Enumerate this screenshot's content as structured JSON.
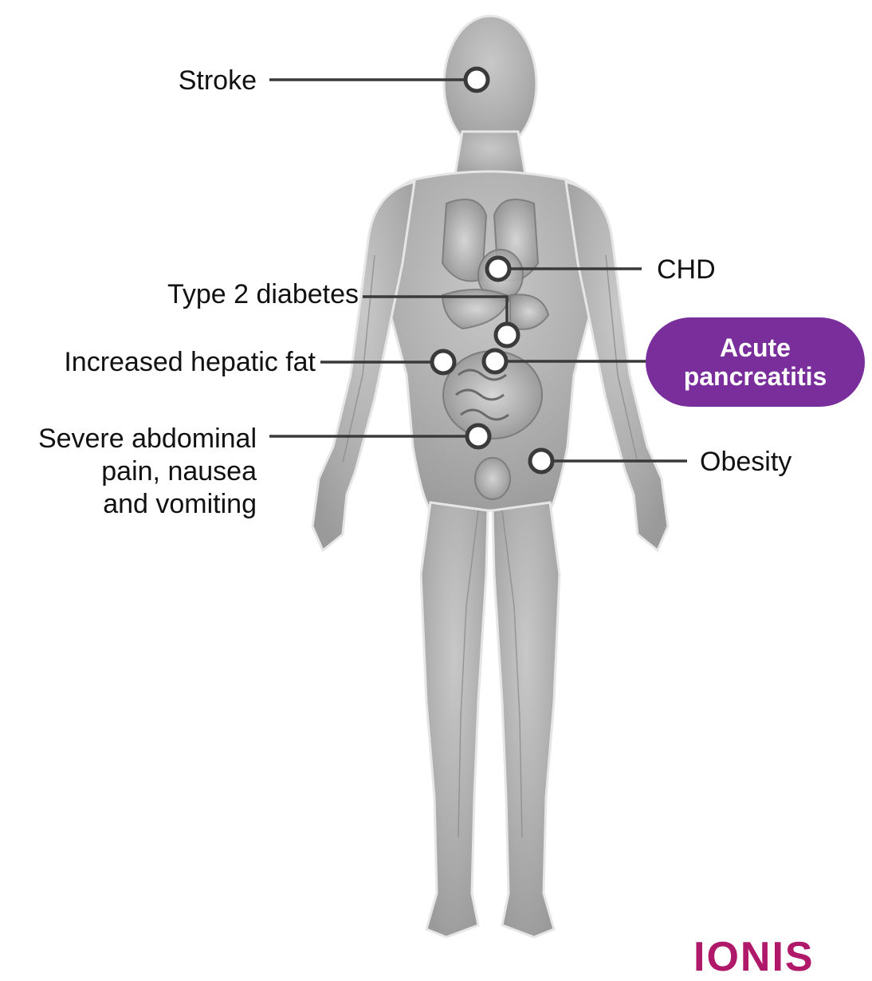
{
  "labels": {
    "stroke": "Stroke",
    "chd": "CHD",
    "type2_diabetes": "Type 2 diabetes",
    "hepatic_fat": "Increased hepatic fat",
    "acute_pancreatitis": [
      "Acute",
      "pancreatitis"
    ],
    "abdominal_pain": [
      "Severe abdominal",
      "pain, nausea",
      "and vomiting"
    ],
    "obesity": "Obesity"
  },
  "logo_text": "IONIS",
  "colors": {
    "highlight": "#7a2e9c",
    "marker_stroke": "#3a3a3a",
    "leader_line": "#3a3a3a",
    "logo": "#b0186a"
  }
}
